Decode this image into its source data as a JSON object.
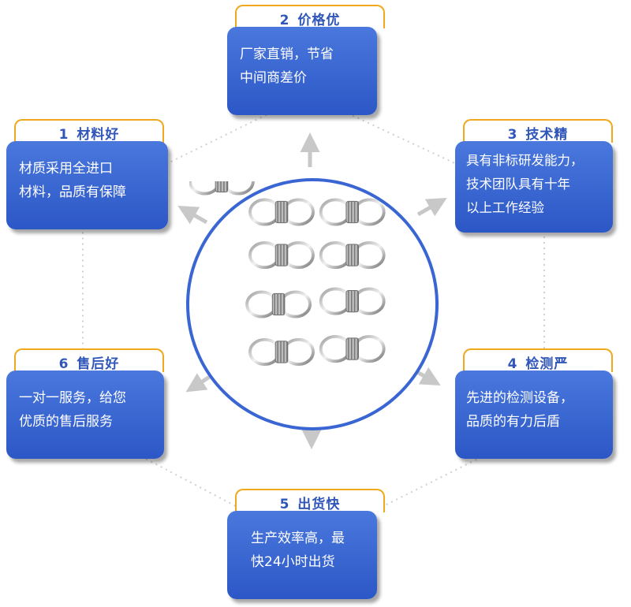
{
  "center": {
    "image": "twin-spring-rings"
  },
  "colors": {
    "accent": "#2f56b8",
    "tab_border": "#f0a81c",
    "card": "#3b66d4",
    "arrow": "#c8c8c8"
  },
  "cards": [
    {
      "num": "1",
      "title": "材料好",
      "text": "材质采用全进口\n材料，品质有保障"
    },
    {
      "num": "2",
      "title": "价格优",
      "text": "厂家直销，节省\n中间商差价"
    },
    {
      "num": "3",
      "title": "技术精",
      "text": "具有非标研发能力，\n技术团队具有十年\n以上工作经验"
    },
    {
      "num": "4",
      "title": "检测严",
      "text": "先进的检测设备，\n品质的有力后盾"
    },
    {
      "num": "5",
      "title": "出货快",
      "text": "生产效率高，最\n快24小时出货"
    },
    {
      "num": "6",
      "title": "售后好",
      "text": "一对一服务，给您\n优质的售后服务"
    }
  ]
}
